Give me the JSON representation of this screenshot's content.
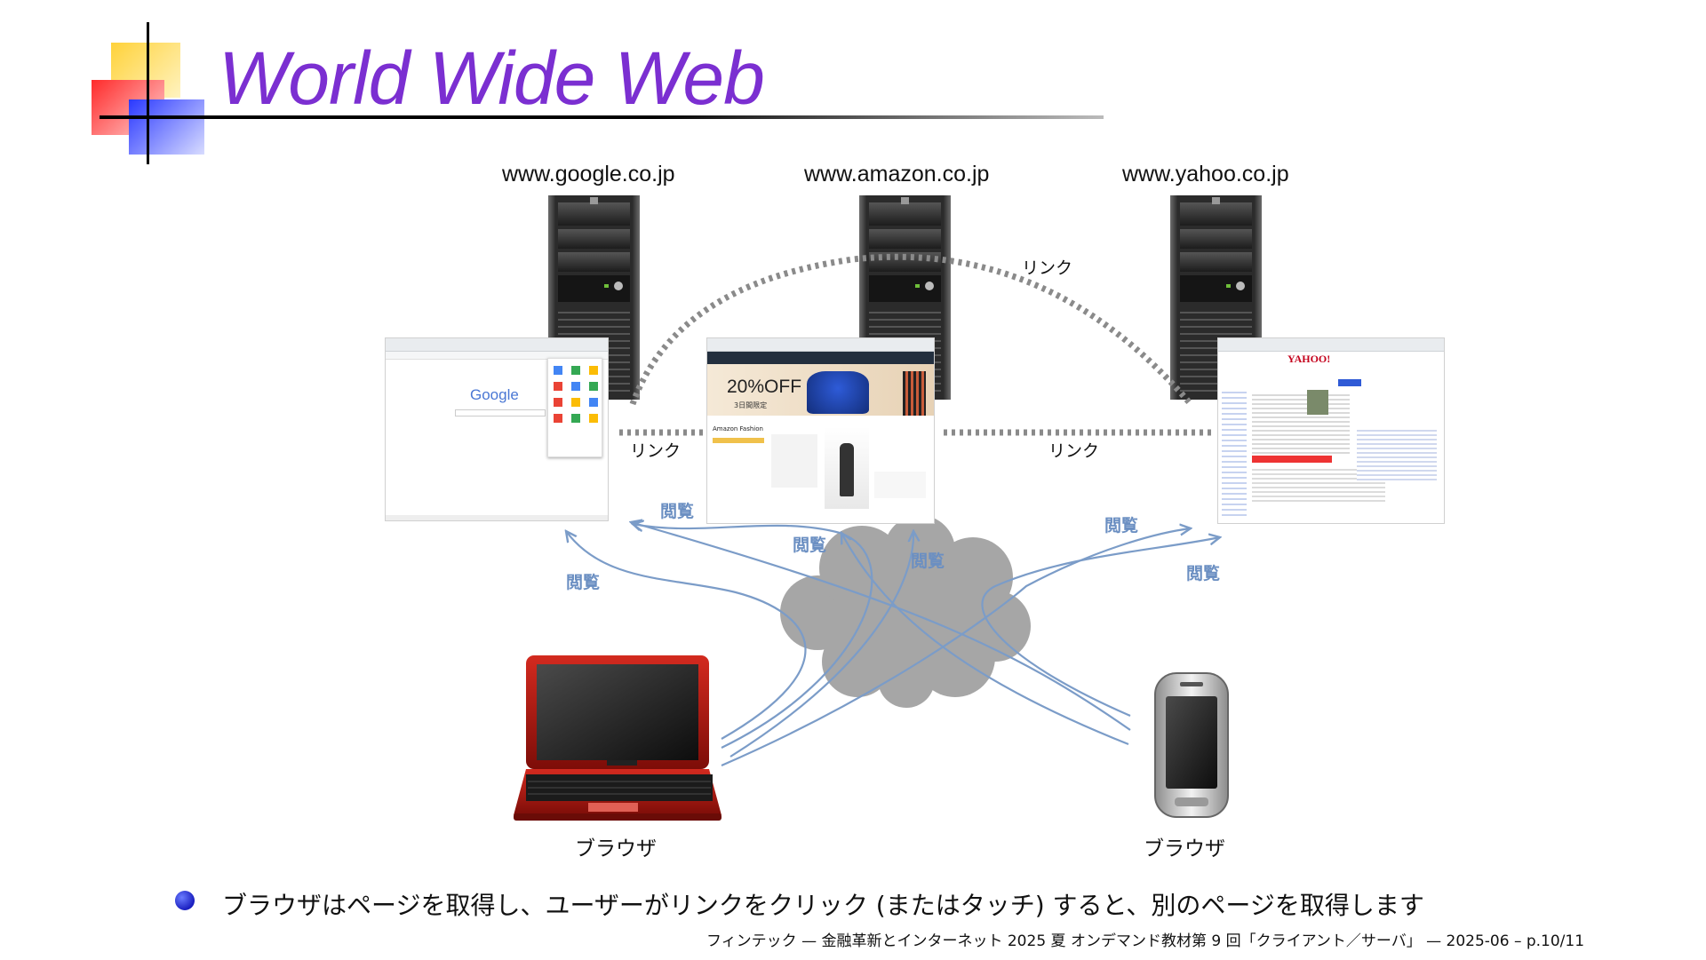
{
  "slide": {
    "title": "World Wide Web",
    "servers": [
      {
        "label": "www.google.co.jp"
      },
      {
        "label": "www.amazon.co.jp"
      },
      {
        "label": "www.yahoo.co.jp"
      }
    ],
    "link_labels": [
      "リンク",
      "リンク",
      "リンク"
    ],
    "view_labels": [
      "閲覧",
      "閲覧",
      "閲覧",
      "閲覧",
      "閲覧",
      "閲覧"
    ],
    "devices": [
      {
        "label": "ブラウザ"
      },
      {
        "label": "ブラウザ"
      }
    ],
    "screenshots": {
      "google_logo": "Google",
      "amazon_banner": "20%OFF",
      "amazon_banner_sub": "3日間限定",
      "amazon_section": "Amazon Fashion",
      "yahoo_logo": "YAHOO!"
    },
    "bullet": "ブラウザはページを取得し、ユーザーがリンクをクリック (またはタッチ) すると、別のページを取得します",
    "footer": "フィンテック — 金融革新とインターネット 2025 夏 オンデマンド教材第 9 回「クライアント／サーバ」 — 2025-06 – p.10/11"
  },
  "colors": {
    "title": "#7b2fd1",
    "arrow": "#7b9cc8",
    "link_dots": "#8a8a8a",
    "cloud": "#a6a6a6",
    "laptop": "#b51a12",
    "bullet": "#2a2fd6"
  }
}
